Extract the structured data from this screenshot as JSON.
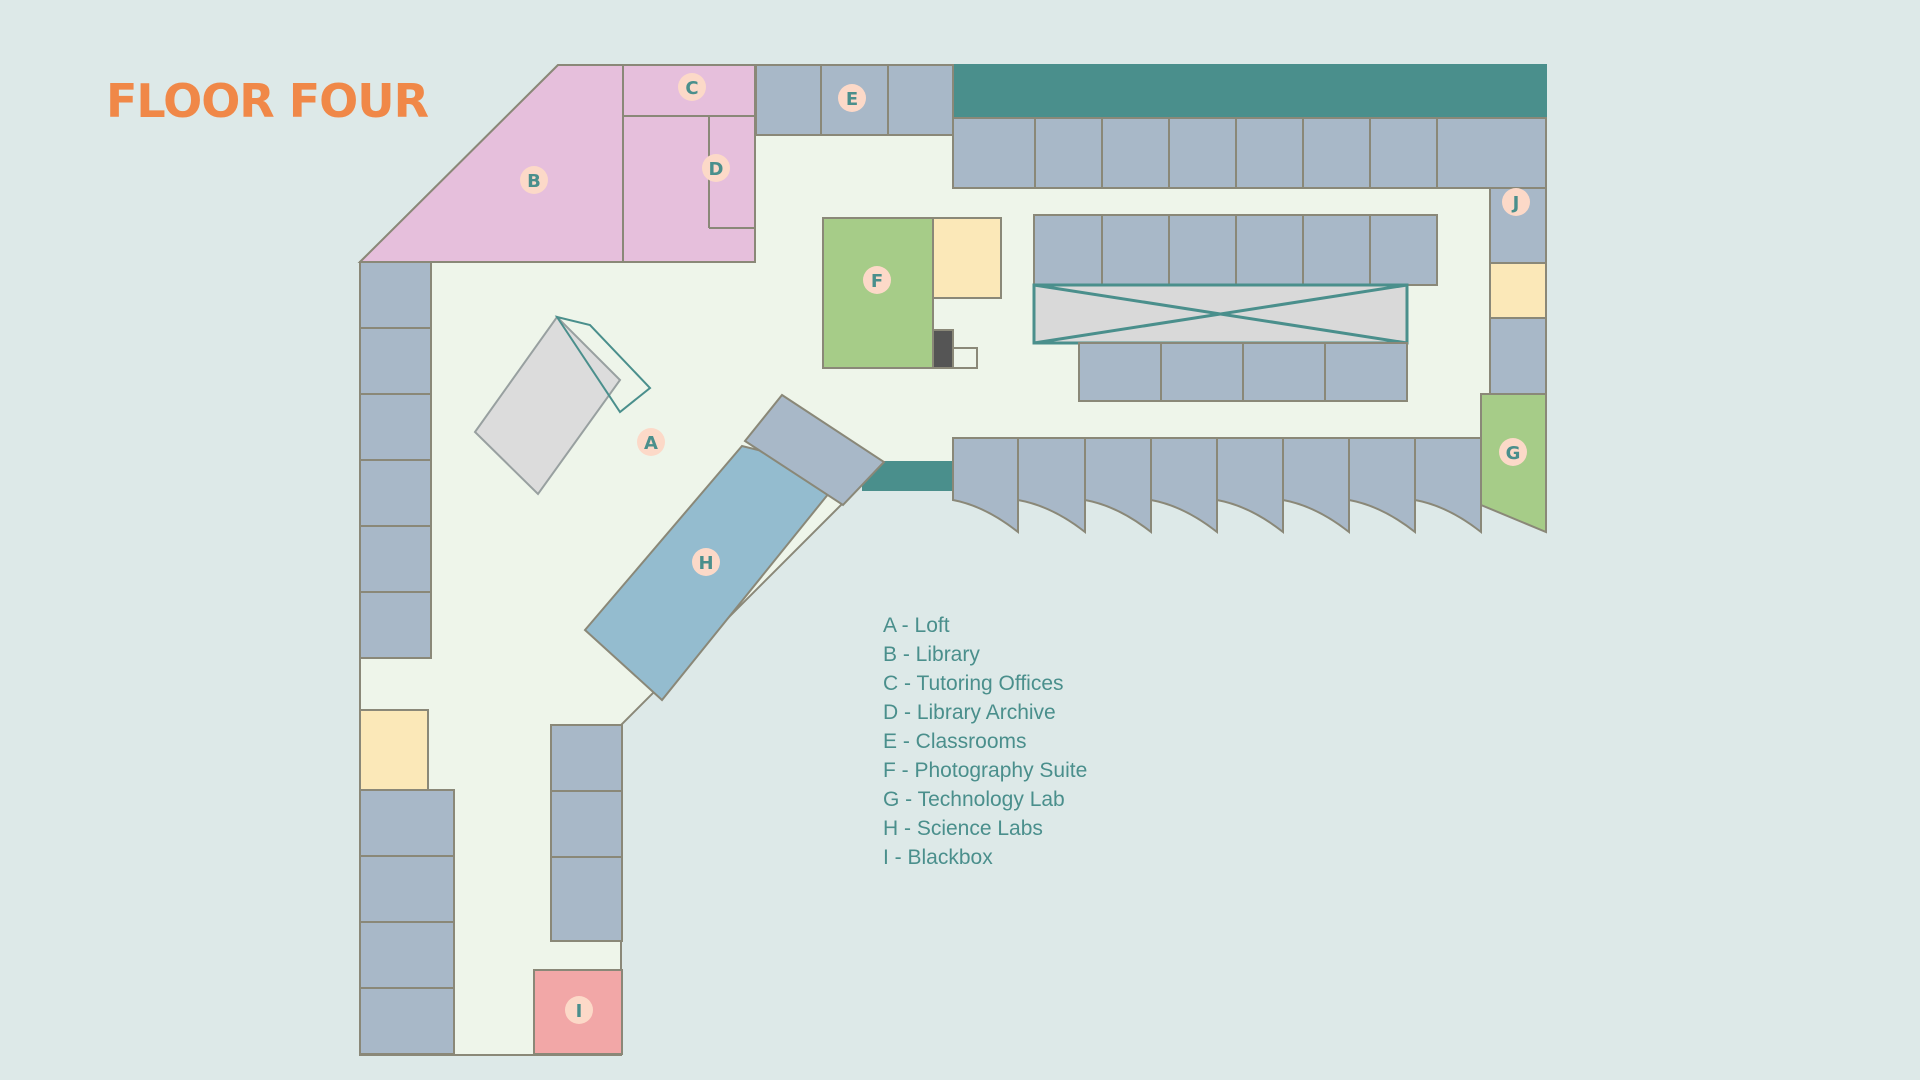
{
  "title": "FLOOR FOUR",
  "colors": {
    "background": "#dde9e8",
    "hallway": "#eef5ea",
    "room": "#a8b8c8",
    "wall": "#8a8878",
    "teal": "#4a8f8c",
    "title": "#f08848",
    "badge": "#fcd9c8",
    "library": "#e6bfdc",
    "photography": "#a6cc88",
    "technology": "#a6cc88",
    "science": "#94bccf",
    "blackbox": "#f2a7a7",
    "restroom": "#fbe8b8",
    "loft": "#dcdcdc"
  },
  "area_labels": [
    "A",
    "B",
    "C",
    "D",
    "E",
    "F",
    "G",
    "H",
    "I",
    "J"
  ],
  "legend": [
    "A - Loft",
    "B - Library",
    "C - Tutoring Offices",
    "D - Library Archive",
    "E - Classrooms",
    "F - Photography Suite",
    "G - Technology Lab",
    "H - Science Labs",
    "I - Blackbox"
  ]
}
